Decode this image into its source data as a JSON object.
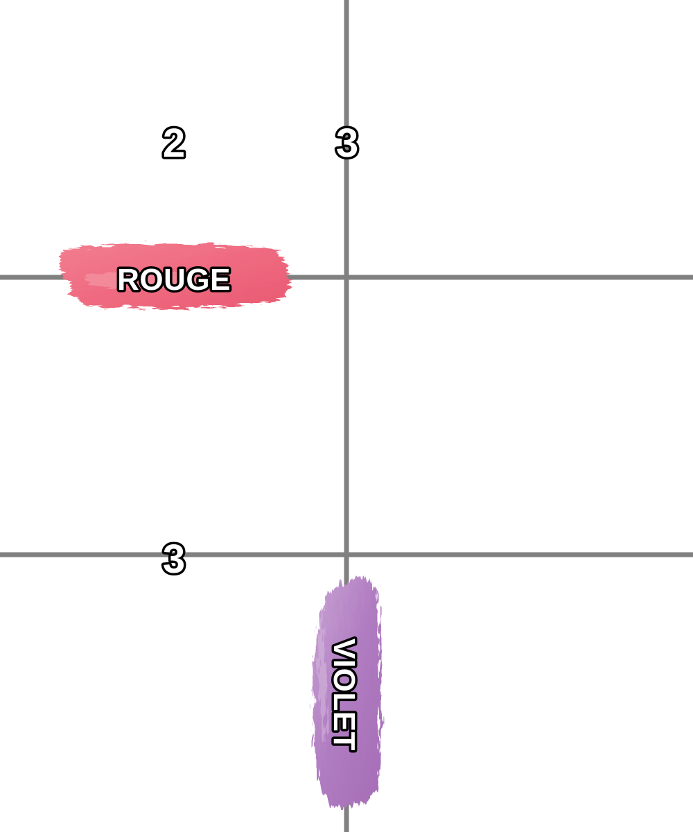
{
  "colors": {
    "background": "#ffffff",
    "grid_line": "#808080",
    "rouge_stroke": "#ef6a80",
    "violet_stroke": "#b07cc1"
  },
  "numbers": {
    "top_left": "2",
    "top_center": "3",
    "bottom_left": "3"
  },
  "swatches": {
    "rouge": {
      "label": "ROUGE",
      "shape": "horizontal-brush-stroke"
    },
    "violet": {
      "label": "VIOLET",
      "shape": "vertical-brush-stroke"
    }
  }
}
